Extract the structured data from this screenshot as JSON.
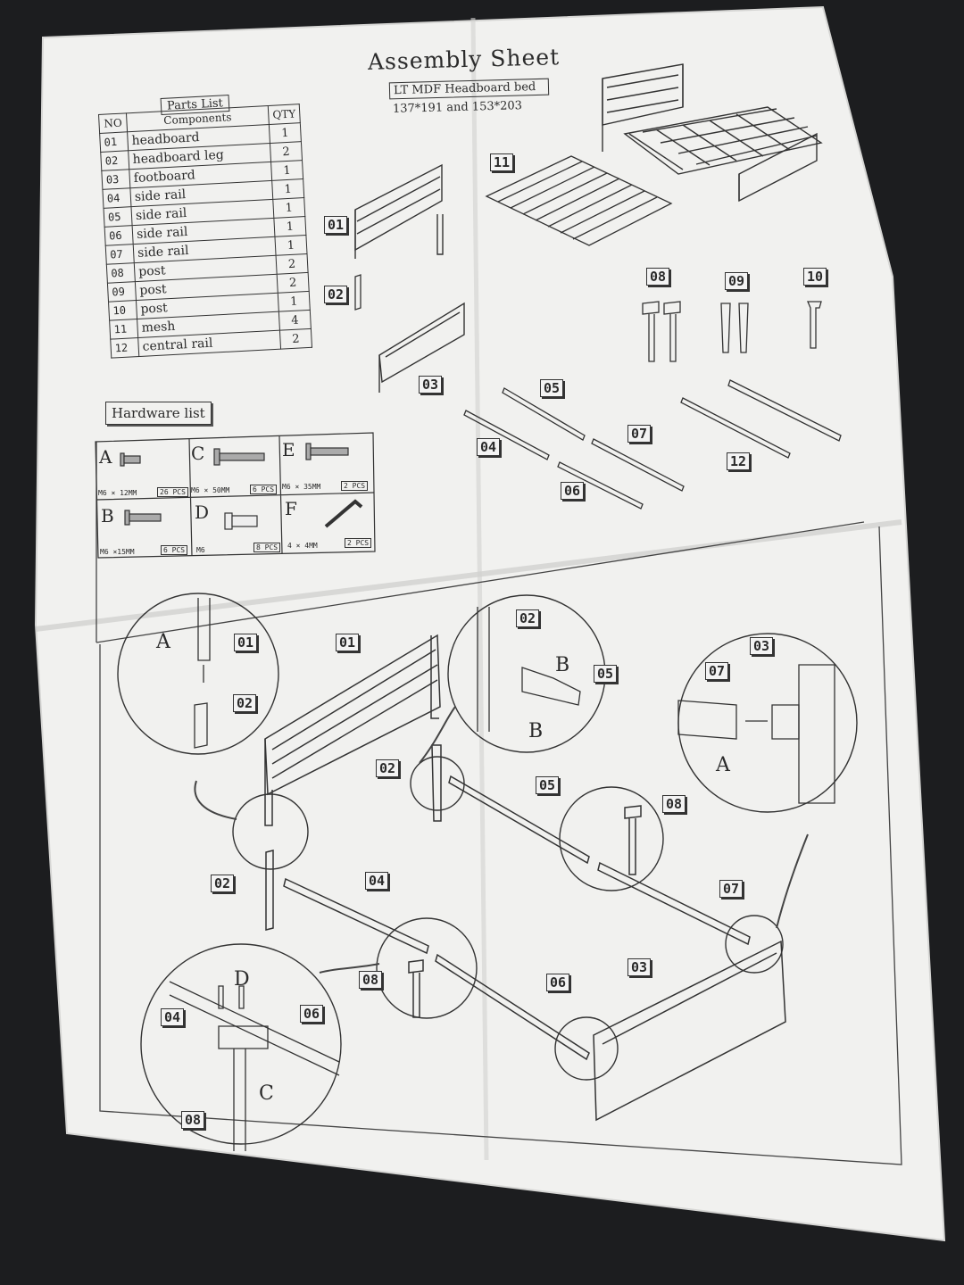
{
  "header": {
    "title": "Assembly Sheet",
    "subtitle": "LT MDF Headboard bed",
    "sizes": "137*191 and 153*203"
  },
  "parts_list": {
    "title": "Parts List",
    "headers": {
      "no": "NO",
      "components": "Components",
      "qty": "QTY"
    },
    "rows": [
      {
        "no": "01",
        "name": "headboard",
        "qty": "1"
      },
      {
        "no": "02",
        "name": "headboard leg",
        "qty": "2"
      },
      {
        "no": "03",
        "name": "footboard",
        "qty": "1"
      },
      {
        "no": "04",
        "name": "side rail",
        "qty": "1"
      },
      {
        "no": "05",
        "name": "side rail",
        "qty": "1"
      },
      {
        "no": "06",
        "name": "side rail",
        "qty": "1"
      },
      {
        "no": "07",
        "name": "side rail",
        "qty": "1"
      },
      {
        "no": "08",
        "name": "post",
        "qty": "2"
      },
      {
        "no": "09",
        "name": "post",
        "qty": "2"
      },
      {
        "no": "10",
        "name": "post",
        "qty": "1"
      },
      {
        "no": "11",
        "name": "mesh",
        "qty": "4"
      },
      {
        "no": "12",
        "name": "central rail",
        "qty": "2"
      }
    ]
  },
  "hardware_list": {
    "title": "Hardware list",
    "items": [
      {
        "letter": "A",
        "spec": "M6 × 12MM",
        "qty": "26 PCS"
      },
      {
        "letter": "C",
        "spec": "M6 × 50MM",
        "qty": "6 PCS"
      },
      {
        "letter": "E",
        "spec": "M6 × 35MM",
        "qty": "2 PCS"
      },
      {
        "letter": "B",
        "spec": "M6 ×15MM",
        "qty": "6 PCS"
      },
      {
        "letter": "D",
        "spec": "M6",
        "qty": "8 PCS"
      },
      {
        "letter": "F",
        "spec": "4 × 4MM",
        "qty": "2 PCS"
      }
    ]
  },
  "part_labels": {
    "p01": "01",
    "p02": "02",
    "p03": "03",
    "p04": "04",
    "p05": "05",
    "p06": "06",
    "p07": "07",
    "p08": "08",
    "p09": "09",
    "p10": "10",
    "p11": "11",
    "p12": "12"
  },
  "hardware_letters": {
    "a": "A",
    "b": "B",
    "c": "C",
    "d": "D"
  },
  "colors": {
    "paper": "#f1f1ef",
    "ink": "#2b2b2b",
    "background": "#1c1d1f"
  }
}
